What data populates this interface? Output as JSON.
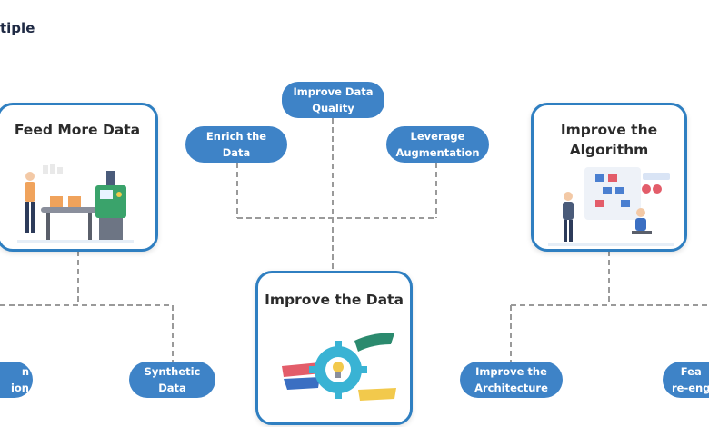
{
  "brand": {
    "name": "tiple"
  },
  "cards": {
    "feed": {
      "title": "Feed More Data"
    },
    "algorithm": {
      "title_line1": "Improve the",
      "title_line2": "Algorithm"
    },
    "data": {
      "title": "Improve the Data"
    }
  },
  "pills": {
    "quality": {
      "line1": "Improve Data",
      "line2": "Quality"
    },
    "enrich": {
      "line1": "Enrich the",
      "line2": "Data"
    },
    "augment": {
      "line1": "Leverage",
      "line2": "Augmentation"
    },
    "left_partial": {
      "line1": "n",
      "line2": "ion"
    },
    "synthetic": {
      "line1": "Synthetic",
      "line2": "Data"
    },
    "architecture": {
      "line1": "Improve the",
      "line2": "Architecture"
    },
    "feature": {
      "line1": "Fea",
      "line2": "re-eng"
    }
  },
  "colors": {
    "accent": "#3e83c7",
    "border": "#2f7fc1",
    "connector": "#9a9a9a"
  }
}
